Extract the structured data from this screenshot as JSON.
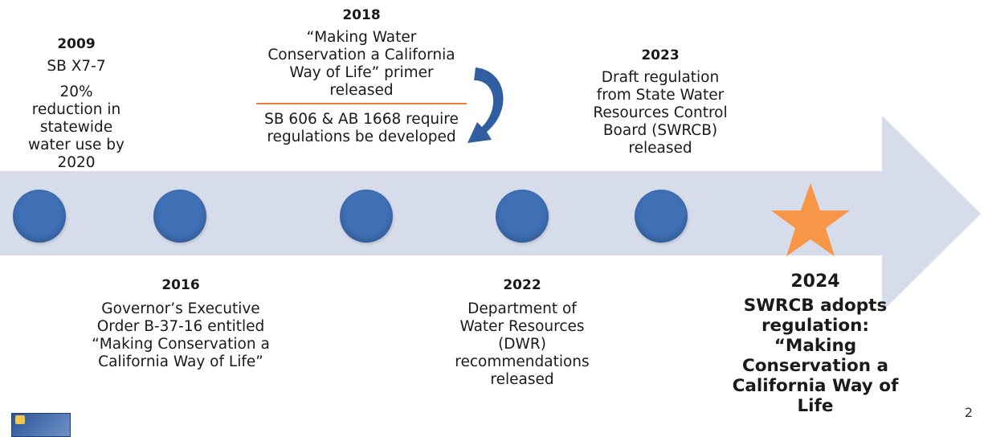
{
  "events": {
    "e2009": {
      "year": "2009",
      "lines": [
        "SB X7-7",
        "20% reduction in statewide water use by 2020"
      ]
    },
    "e2016": {
      "year": "2016",
      "text": "Governor’s Executive Order B-37-16 entitled “Making Conservation a California Way of Life”"
    },
    "e2018": {
      "year": "2018",
      "text_top": "“Making Water Conservation a California Way of Life” primer released",
      "text_bottom": "SB 606 & AB 1668 require regulations be developed"
    },
    "e2022": {
      "year": "2022",
      "text": "Department of Water Resources (DWR) recommendations released"
    },
    "e2023": {
      "year": "2023",
      "text": "Draft regulation from State Water Resources Control Board (SWRCB) released"
    },
    "e2024": {
      "year": "2024",
      "text": "SWRCB adopts regulation: “Making Conservation a California Way of Life"
    }
  },
  "page_number": "2",
  "colors": {
    "arrow": "#d6dcea",
    "dot": "#3f6fb5",
    "star": "#f79646",
    "curve_arrow": "#2f5fa0",
    "rule": "#ed7d31"
  },
  "icons": {
    "logo": "agency-seal-icon",
    "star": "star-icon",
    "curved_arrow": "curved-arrow-icon"
  }
}
